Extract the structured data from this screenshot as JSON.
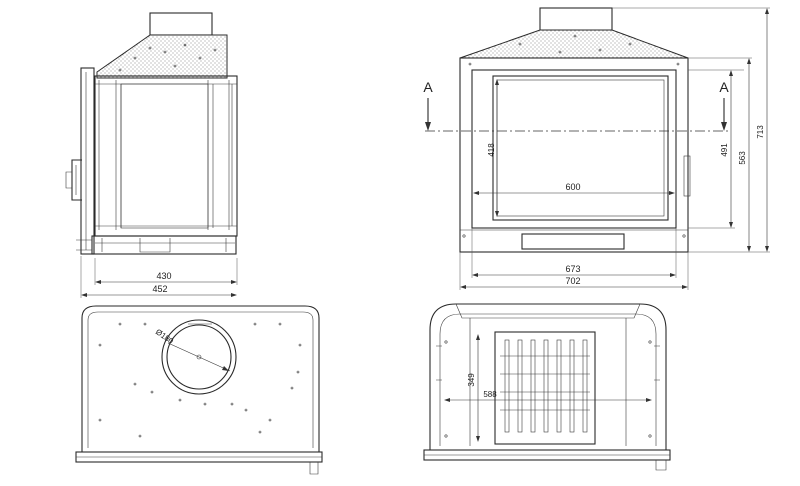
{
  "section_marks": {
    "left": "A",
    "right": "A"
  },
  "dimensions": {
    "side_inner_width": "430",
    "side_outer_width": "452",
    "front_glass_height": "418",
    "front_glass_width": "600",
    "front_height_491": "491",
    "front_height_563": "563",
    "front_total_height": "713",
    "front_frame_width": "673",
    "front_total_width": "702",
    "flue_diameter": "Ø180",
    "section_height": "349",
    "section_width": "588"
  },
  "colors": {
    "line": "#2a2a2a",
    "background": "#ffffff"
  }
}
